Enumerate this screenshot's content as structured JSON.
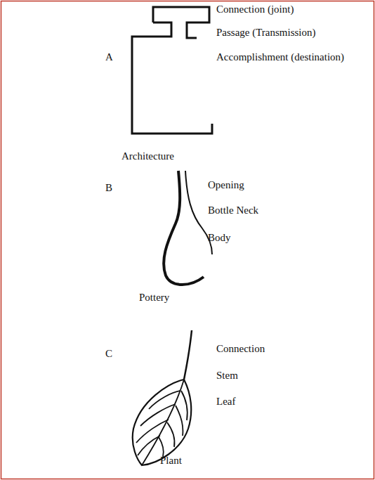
{
  "diagram": {
    "labels": [
      "Connection (joint)",
      "Passage (Transmission)",
      "A",
      "Accomplishment (destination)",
      "Architecture",
      "B",
      "Opening",
      "Bottle Neck",
      "Body",
      "Pottery",
      "C",
      "Connection",
      "Stem",
      "Leaf",
      "Plant"
    ]
  }
}
